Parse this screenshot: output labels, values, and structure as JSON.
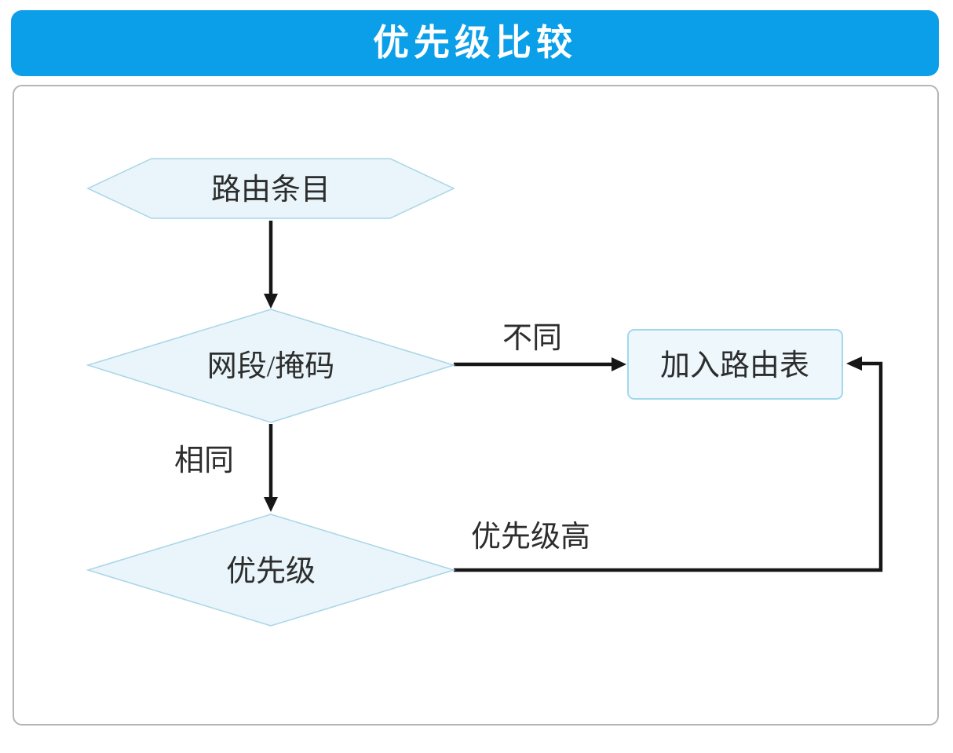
{
  "title": {
    "text": "优先级比较"
  },
  "colors": {
    "title_bg": "#0a9fe8",
    "title_text": "#ffffff",
    "panel_border": "#b5b5b5",
    "node_fill": "#e9f5fa",
    "node_stroke": "#a9d5e6",
    "rect_fill": "#eef8fc",
    "rect_stroke": "#a2d8ee",
    "edge_color": "#161616",
    "text_color": "#2d2d2d"
  },
  "flowchart": {
    "nodes": [
      {
        "id": "route-entry",
        "shape": "hexagon",
        "label": "路由条目"
      },
      {
        "id": "net-mask",
        "shape": "diamond",
        "label": "网段/掩码"
      },
      {
        "id": "add-route-table",
        "shape": "rectangle",
        "label": "加入路由表"
      },
      {
        "id": "priority",
        "shape": "diamond",
        "label": "优先级"
      }
    ],
    "edges": [
      {
        "from": "route-entry",
        "to": "net-mask",
        "label": ""
      },
      {
        "from": "net-mask",
        "to": "add-route-table",
        "label": "不同"
      },
      {
        "from": "net-mask",
        "to": "priority",
        "label": "相同"
      },
      {
        "from": "priority",
        "to": "add-route-table",
        "label": "优先级高"
      }
    ]
  }
}
